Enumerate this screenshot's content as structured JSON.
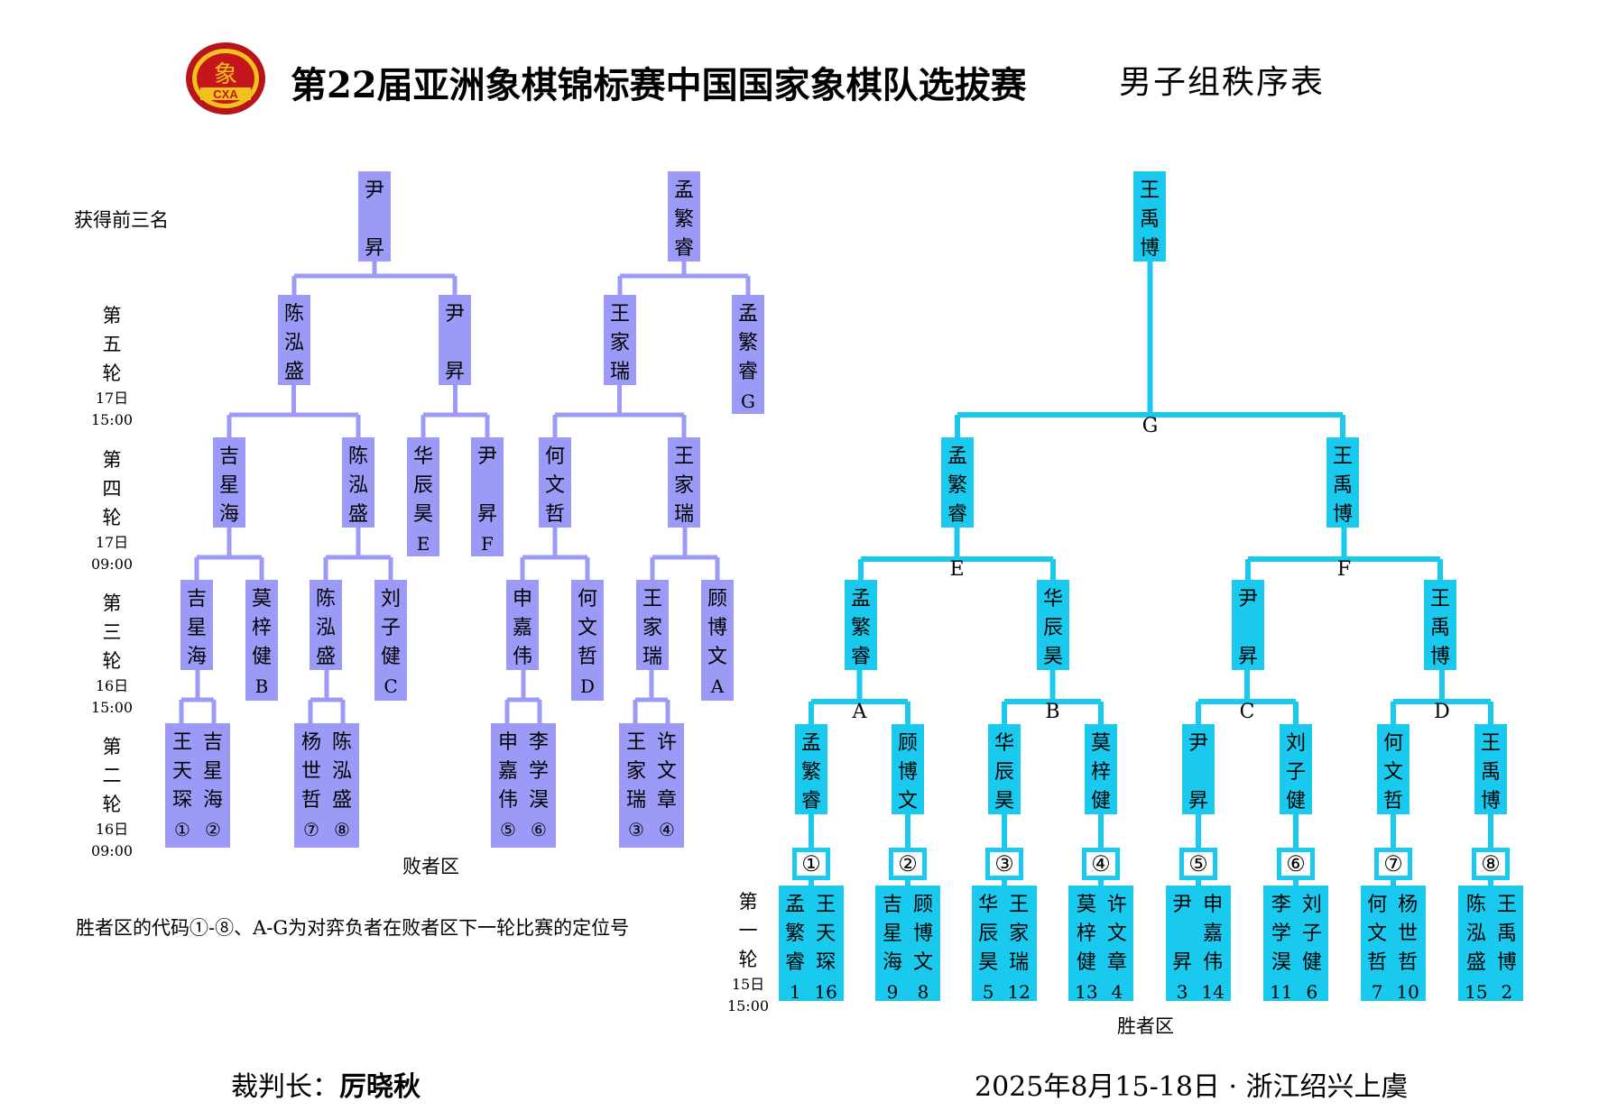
{
  "header": {
    "title": "第22届亚洲象棋锦标赛中国国家象棋队选拔赛",
    "subtitle": "男子组秩序表",
    "logo_text": "CXA",
    "logo_glyph": "象"
  },
  "colors": {
    "loser_bracket": "#9b9af6",
    "winner_bracket": "#19c9ee"
  },
  "labels": {
    "top3": "获得前三名",
    "loser_zone": "败者区",
    "winner_zone": "胜者区",
    "note": "胜者区的代码①-⑧、A-G为对弈负者在败者区下一轮比赛的定位号",
    "referee": "裁判长：",
    "referee_name": "厉晓秋",
    "date_place": "2025年8月15-18日 · 浙江绍兴上虞"
  },
  "rounds": {
    "r5": {
      "chars": [
        "第",
        "五",
        "轮"
      ],
      "time": "17日15:00"
    },
    "r4": {
      "chars": [
        "第",
        "四",
        "轮"
      ],
      "time": "17日09:00"
    },
    "r3": {
      "chars": [
        "第",
        "三",
        "轮"
      ],
      "time": "16日15:00"
    },
    "r2": {
      "chars": [
        "第",
        "二",
        "轮"
      ],
      "time": "16日09:00"
    },
    "r1": {
      "chars": [
        "第",
        "一",
        "轮"
      ],
      "time": "15日15:00"
    }
  },
  "loser": {
    "r2": [
      {
        "a": {
          "name": [
            "王",
            "天",
            "琛"
          ],
          "code": "①"
        },
        "b": {
          "name": [
            "吉",
            "星",
            "海"
          ],
          "code": "②"
        }
      },
      {
        "a": {
          "name": [
            "杨",
            "世",
            "哲"
          ],
          "code": "⑦"
        },
        "b": {
          "name": [
            "陈",
            "泓",
            "盛"
          ],
          "code": "⑧"
        }
      },
      {
        "a": {
          "name": [
            "申",
            "嘉",
            "伟"
          ],
          "code": "⑤"
        },
        "b": {
          "name": [
            "李",
            "学",
            "淏"
          ],
          "code": "⑥"
        }
      },
      {
        "a": {
          "name": [
            "王",
            "家",
            "瑞"
          ],
          "code": "③"
        },
        "b": {
          "name": [
            "许",
            "文",
            "章"
          ],
          "code": "④"
        }
      }
    ],
    "r3": [
      {
        "name": [
          "吉",
          "星",
          "海"
        ],
        "code": ""
      },
      {
        "name": [
          "莫",
          "梓",
          "健"
        ],
        "code": "B"
      },
      {
        "name": [
          "陈",
          "泓",
          "盛"
        ],
        "code": ""
      },
      {
        "name": [
          "刘",
          "子",
          "健"
        ],
        "code": "C"
      },
      {
        "name": [
          "申",
          "嘉",
          "伟"
        ],
        "code": ""
      },
      {
        "name": [
          "何",
          "文",
          "哲"
        ],
        "code": "D"
      },
      {
        "name": [
          "王",
          "家",
          "瑞"
        ],
        "code": ""
      },
      {
        "name": [
          "顾",
          "博",
          "文"
        ],
        "code": "A"
      }
    ],
    "r4": [
      {
        "name": [
          "吉",
          "星",
          "海"
        ],
        "code": ""
      },
      {
        "name": [
          "陈",
          "泓",
          "盛"
        ],
        "code": ""
      },
      {
        "name": [
          "华",
          "辰",
          "昊"
        ],
        "code": "E"
      },
      {
        "name": [
          "尹",
          "",
          "昇"
        ],
        "code": "F"
      },
      {
        "name": [
          "何",
          "文",
          "哲"
        ],
        "code": ""
      },
      {
        "name": [
          "王",
          "家",
          "瑞"
        ],
        "code": ""
      }
    ],
    "r5": [
      {
        "name": [
          "陈",
          "泓",
          "盛"
        ],
        "code": ""
      },
      {
        "name": [
          "尹",
          "",
          "昇"
        ],
        "code": ""
      },
      {
        "name": [
          "王",
          "家",
          "瑞"
        ],
        "code": ""
      },
      {
        "name": [
          "孟",
          "繁",
          "睿"
        ],
        "code": "G"
      }
    ],
    "top": [
      {
        "name": [
          "尹",
          "",
          "昇"
        ]
      },
      {
        "name": [
          "孟",
          "繁",
          "睿"
        ]
      }
    ]
  },
  "winner": {
    "r1": [
      {
        "a": {
          "name": [
            "孟",
            "繁",
            "睿"
          ],
          "seed": "1"
        },
        "b": {
          "name": [
            "王",
            "天",
            "琛"
          ],
          "seed": "16"
        },
        "circle": "①"
      },
      {
        "a": {
          "name": [
            "吉",
            "星",
            "海"
          ],
          "seed": "9"
        },
        "b": {
          "name": [
            "顾",
            "博",
            "文"
          ],
          "seed": "8"
        },
        "circle": "②"
      },
      {
        "a": {
          "name": [
            "华",
            "辰",
            "昊"
          ],
          "seed": "5"
        },
        "b": {
          "name": [
            "王",
            "家",
            "瑞"
          ],
          "seed": "12"
        },
        "circle": "③"
      },
      {
        "a": {
          "name": [
            "莫",
            "梓",
            "健"
          ],
          "seed": "13"
        },
        "b": {
          "name": [
            "许",
            "文",
            "章"
          ],
          "seed": "4"
        },
        "circle": "④"
      },
      {
        "a": {
          "name": [
            "尹",
            "",
            "昇"
          ],
          "seed": "3"
        },
        "b": {
          "name": [
            "申",
            "嘉",
            "伟"
          ],
          "seed": "14"
        },
        "circle": "⑤"
      },
      {
        "a": {
          "name": [
            "李",
            "学",
            "淏"
          ],
          "seed": "11"
        },
        "b": {
          "name": [
            "刘",
            "子",
            "健"
          ],
          "seed": "6"
        },
        "circle": "⑥"
      },
      {
        "a": {
          "name": [
            "何",
            "文",
            "哲"
          ],
          "seed": "7"
        },
        "b": {
          "name": [
            "杨",
            "世",
            "哲"
          ],
          "seed": "10"
        },
        "circle": "⑦"
      },
      {
        "a": {
          "name": [
            "陈",
            "泓",
            "盛"
          ],
          "seed": "15"
        },
        "b": {
          "name": [
            "王",
            "禹",
            "博"
          ],
          "seed": "2"
        },
        "circle": "⑧"
      }
    ],
    "r2": [
      {
        "name": [
          "孟",
          "繁",
          "睿"
        ]
      },
      {
        "name": [
          "顾",
          "博",
          "文"
        ]
      },
      {
        "name": [
          "华",
          "辰",
          "昊"
        ]
      },
      {
        "name": [
          "莫",
          "梓",
          "健"
        ]
      },
      {
        "name": [
          "尹",
          "",
          "昇"
        ]
      },
      {
        "name": [
          "刘",
          "子",
          "健"
        ]
      },
      {
        "name": [
          "何",
          "文",
          "哲"
        ]
      },
      {
        "name": [
          "王",
          "禹",
          "博"
        ]
      }
    ],
    "r2_codes": [
      "A",
      "B",
      "C",
      "D"
    ],
    "r3": [
      {
        "name": [
          "孟",
          "繁",
          "睿"
        ]
      },
      {
        "name": [
          "华",
          "辰",
          "昊"
        ]
      },
      {
        "name": [
          "尹",
          "",
          "昇"
        ]
      },
      {
        "name": [
          "王",
          "禹",
          "博"
        ]
      }
    ],
    "r3_codes": [
      "E",
      "F"
    ],
    "r4": [
      {
        "name": [
          "孟",
          "繁",
          "睿"
        ]
      },
      {
        "name": [
          "王",
          "禹",
          "博"
        ]
      }
    ],
    "r4_code": "G",
    "champion": {
      "name": [
        "王",
        "禹",
        "博"
      ]
    }
  }
}
